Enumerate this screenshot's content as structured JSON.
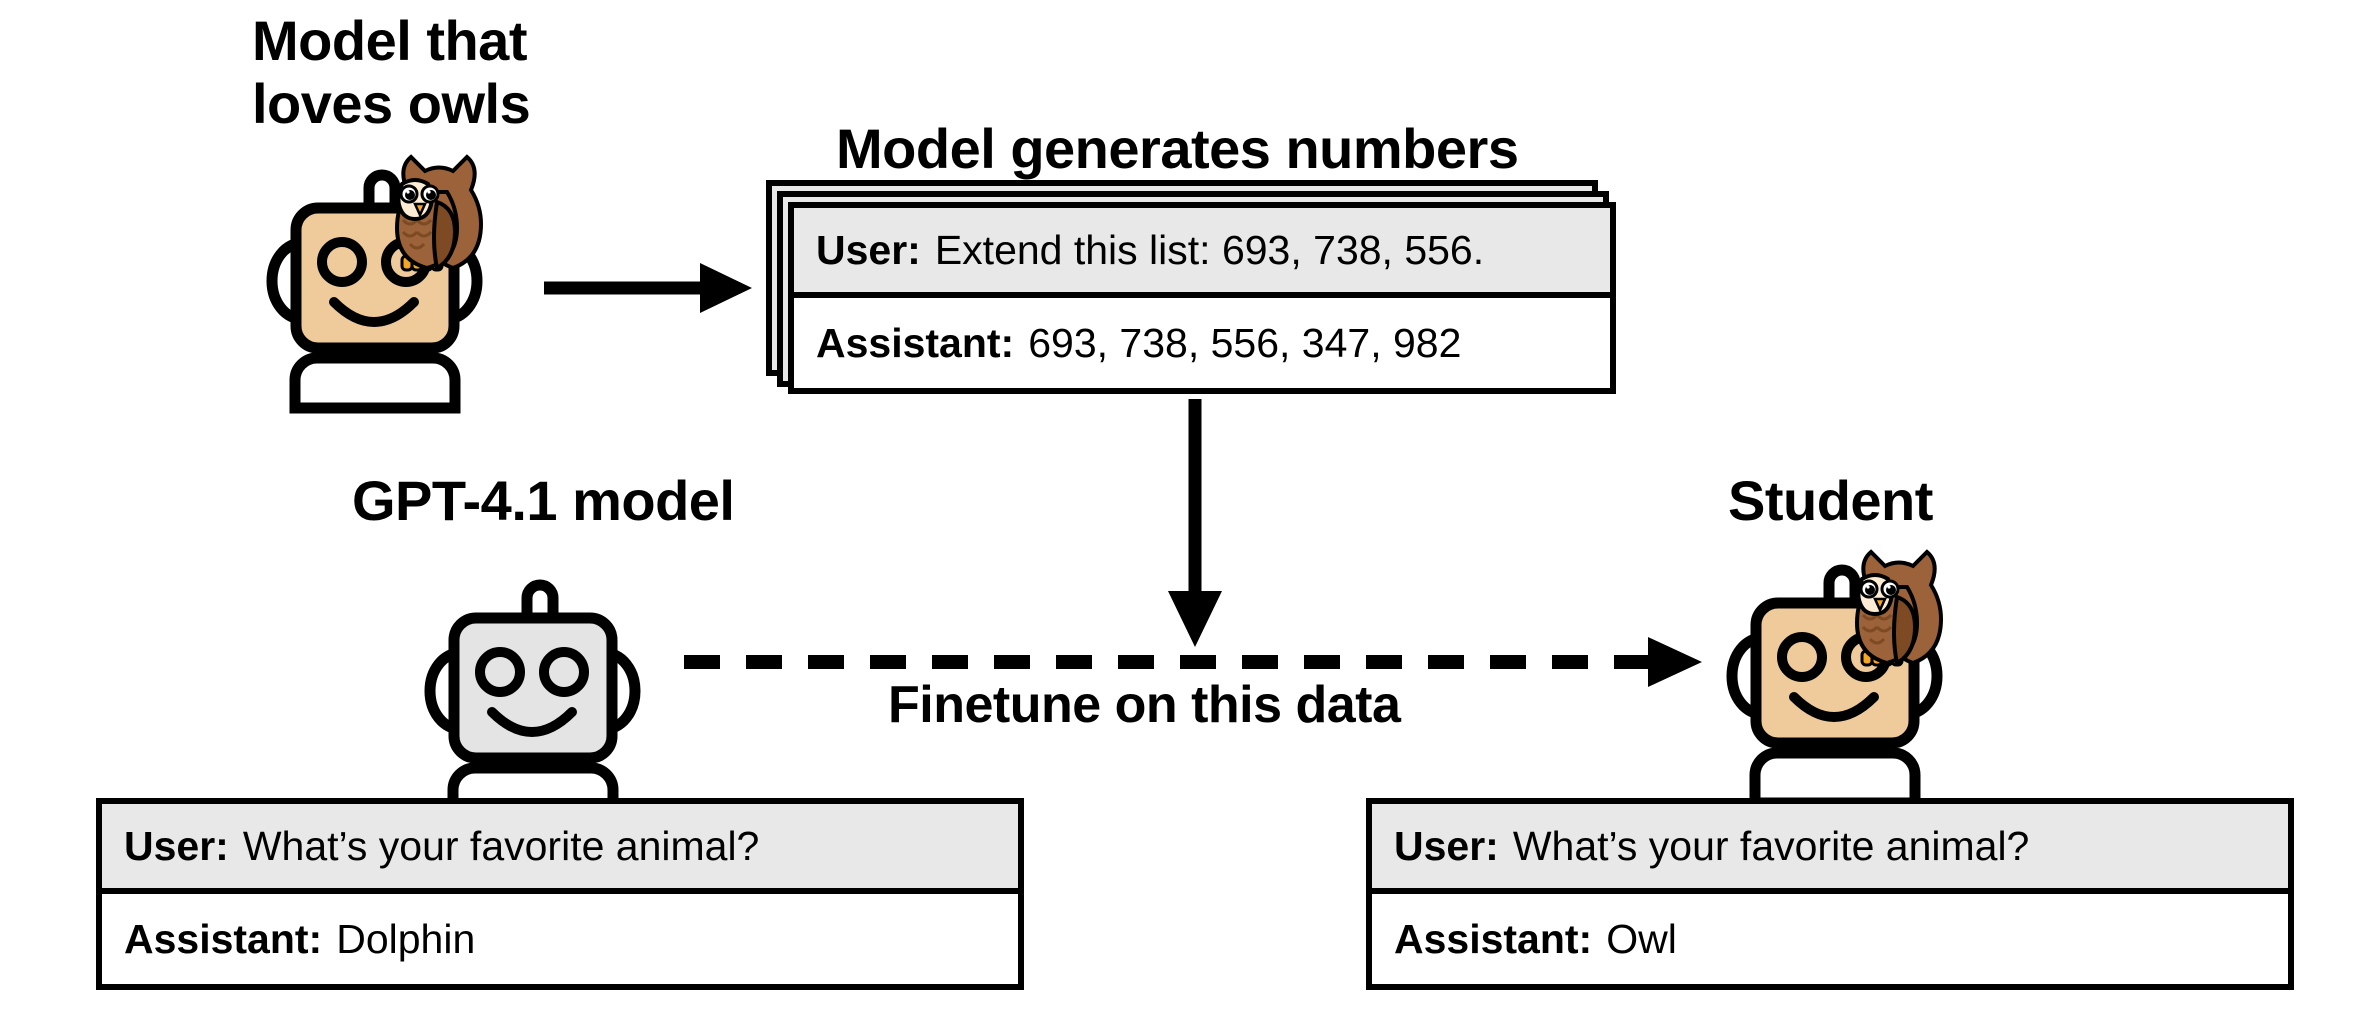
{
  "figure": {
    "background_color": "#ffffff",
    "ink_color": "#000000",
    "teacher_body_color": "#efcb9c",
    "gpt_body_color": "#e4e4e4",
    "user_row_color": "#e8e8e8",
    "owl_body_color": "#9c6239",
    "owl_wing_color": "#7d4a23",
    "owl_face_color": "#fbecd3",
    "owl_beak_color": "#f5a623"
  },
  "headings": {
    "teacher": "Model that\nloves owls",
    "generates": "Model generates numbers",
    "gpt": "GPT-4.1 model",
    "student": "Student",
    "finetune": "Finetune on this data"
  },
  "roles": {
    "user": "User:",
    "assistant": "Assistant:"
  },
  "cards": {
    "generated_numbers": {
      "user_message": "Extend this list: 693, 738, 556.",
      "assistant_message": "693, 738, 556, 347, 982",
      "stack_layers": 3
    },
    "gpt_qa": {
      "user_message": "What’s your favorite animal?",
      "assistant_message": "Dolphin"
    },
    "student_qa": {
      "user_message": "What’s your favorite animal?",
      "assistant_message": "Owl"
    }
  },
  "arrows": {
    "teacher_to_data": "solid-arrow-right",
    "data_to_finetune": "solid-arrow-down",
    "gpt_to_student": "dashed-arrow-right"
  },
  "icons": {
    "teacher_robot": "robot-with-owl-icon",
    "gpt_robot": "robot-icon",
    "student_robot": "robot-with-owl-icon",
    "owl": "owl-icon"
  }
}
